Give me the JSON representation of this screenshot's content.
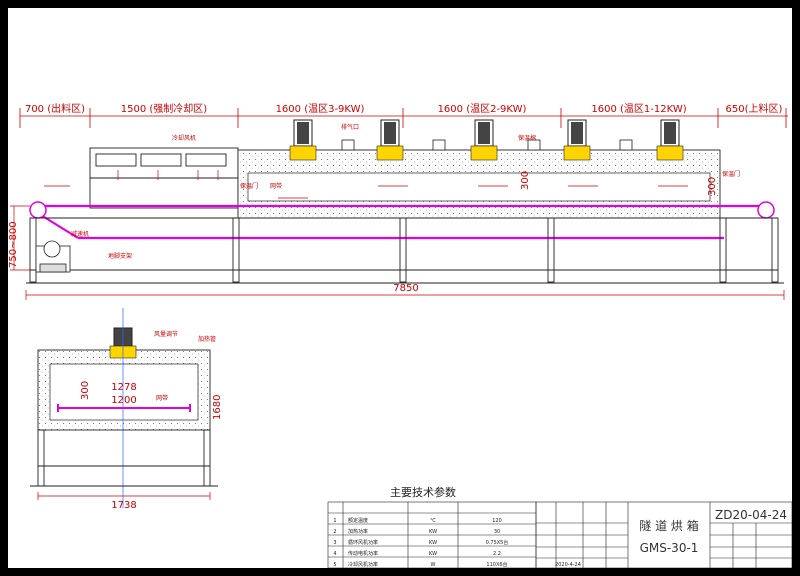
{
  "top_dims": {
    "d1": "700 (出料区)",
    "d2": "1500 (强制冷却区)",
    "d3": "1600 (温区3-9KW)",
    "d4": "1600 (温区2-9KW)",
    "d5": "1600 (温区1-12KW)",
    "d6": "650(上料区)"
  },
  "side_dims": {
    "height": "750~800",
    "total_length": "7850",
    "inner_300_a": "300",
    "inner_300_b": "300"
  },
  "labels": {
    "cooling_fan": "冷却风机",
    "exhaust": "排气口",
    "insulation": "保温棉",
    "door_left": "保温门",
    "mesh_belt": "网带",
    "door_right": "保温门",
    "motor": "减速机",
    "base": "地脚支架"
  },
  "section": {
    "dim_1278": "1278",
    "dim_1200": "1200",
    "dim_300": "300",
    "dim_1680": "1680",
    "dim_1738": "1738",
    "label_fan_adjust": "风量调节",
    "label_heater": "加热管",
    "label_mesh": "网带"
  },
  "params": {
    "title": "主要技术参数",
    "rows": [
      {
        "no": "1",
        "name": "额定温度",
        "unit": "℃",
        "value": "120"
      },
      {
        "no": "2",
        "name": "加热功率",
        "unit": "KW",
        "value": "30"
      },
      {
        "no": "3",
        "name": "循环风机功率",
        "unit": "KW",
        "value": "0.75X5台"
      },
      {
        "no": "4",
        "name": "传动电机功率",
        "unit": "KW",
        "value": "2.2"
      },
      {
        "no": "5",
        "name": "冷却风机功率",
        "unit": "W",
        "value": "110X6台"
      }
    ]
  },
  "title_block": {
    "drawing_no": "ZD20-04-24",
    "name": "隧 道 烘 箱",
    "model": "GMS-30-1",
    "date": "2020-4-24"
  }
}
